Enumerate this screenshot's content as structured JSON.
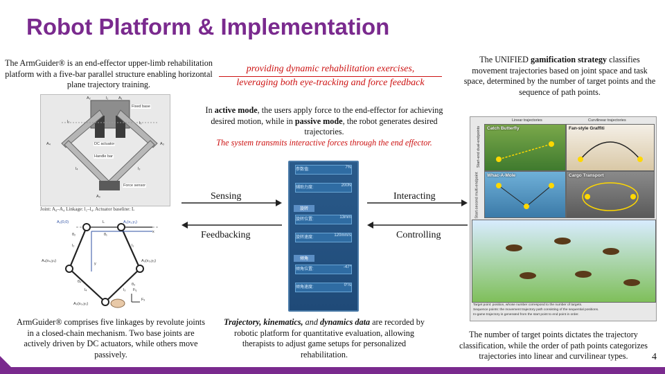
{
  "slide": {
    "title": "Robot Platform & Implementation",
    "page_number": "4",
    "accent_color": "#7a2a8e",
    "highlight_color": "#cc1111"
  },
  "intro_left": "The ArmGuider® is an end-effector upper-limb rehabilitation platform with a five-bar parallel structure enabling horizontal plane trajectory training.",
  "center_red_line1": "providing dynamic rehabilitation exercises,",
  "center_red_line2": "leveraging both eye-tracking and force feedback",
  "intro_right_pre": "The UNIFIED ",
  "intro_right_bold": "gamification strategy",
  "intro_right_post": " classifies movement trajectories based on joint space and task space, determined by the number of target points and the sequence of path points.",
  "modes": {
    "p1": "In ",
    "b1": "active mode",
    "p2": ", the users apply force to the end-effector for achieving desired motion, while in ",
    "b2": "passive mode",
    "p3": ", the robot generates desired trajectories.",
    "red": "The system transmits interactive forces through the end effector."
  },
  "arrows": {
    "sensing": "Sensing",
    "feedbacking": "Feedbacking",
    "interacting": "Interacting",
    "controlling": "Controlling"
  },
  "robot_photo": {
    "labels": {
      "a2": "A₂",
      "l1": "l₁",
      "a1": "A₁",
      "fixed_base": "Fixed base",
      "l2": "l₂",
      "l0": "l₀",
      "a4": "A₄",
      "dc_actuator": "DC actuator",
      "a3": "A₃",
      "handle_bar": "Handle bar",
      "l4": "l₄",
      "l3": "l₃",
      "force_sensor": "Force sensor",
      "a0": "A₀"
    },
    "caption": "Joint: A₀–A₄  Linkage: l₁–l₄. Actuator baseline: L"
  },
  "kinematic": {
    "labels": {
      "a2": "A₂(0,0)",
      "l": "L",
      "a1": "A₁(x₁,y₁)",
      "x": "x",
      "theta2": "θ₂",
      "theta1": "θ₁",
      "l2": "l₂",
      "l1": "l₁",
      "y": "y",
      "a4": "A₄(x₄,y₄)",
      "a3": "A₃(x₃,y₃)",
      "theta4": "θ₄",
      "theta3": "θ₃",
      "l4": "l₄",
      "l3": "l₃",
      "fy": "Fᵧ",
      "fx": "Fₓ",
      "a0": "A₀(x₀,y₀)"
    }
  },
  "left_bottom": "ArmGuider® comprises five linkages by revolute joints in a closed-chain mechanism. Two base joints are actively driven by DC actuators, while others move passively.",
  "center_bottom": {
    "b1": "Trajectory, kinematics,",
    "p1": " and ",
    "b2": "dynamics data",
    "p2": " are recorded by robotic platform for quantitative evaluation, allowing therapists to adjust game setups for personalized rehabilitation."
  },
  "ui_panel": {
    "rows": [
      {
        "label": "参数值:",
        "value": "7%"
      },
      {
        "label": "辅助力度:",
        "value": "200N"
      },
      {
        "label": "旋转",
        "value": ""
      },
      {
        "label": "旋转位置:",
        "value": "13mm"
      },
      {
        "label": "旋转速度:",
        "value": "120mm/s"
      },
      {
        "label": "倾角",
        "value": ""
      },
      {
        "label": "倾角位置:",
        "value": "-47°"
      },
      {
        "label": "倾角速度:",
        "value": "0°/s"
      }
    ]
  },
  "games": {
    "col_headers": [
      "Linear trajectories",
      "Curvilinear trajectories"
    ],
    "row_headers": [
      "Start-end dual-endpoints",
      "Start-second multi-endpoint"
    ],
    "cells": [
      "Catch Butterfly",
      "Fan-style Graffiti",
      "Whac-A-Mole",
      "Cargo Transport"
    ],
    "notes": [
      "Target point: position, whose number correspond to the number of targets.",
      "Sequence points: the movement trajectory path consisting of the sequential positions.",
      "In-game trajectory is generated from the start point to end point in order."
    ]
  },
  "right_bottom": "The number of target points dictates the trajectory classification, while the order of path points categorizes trajectories into linear and curvilinear types."
}
